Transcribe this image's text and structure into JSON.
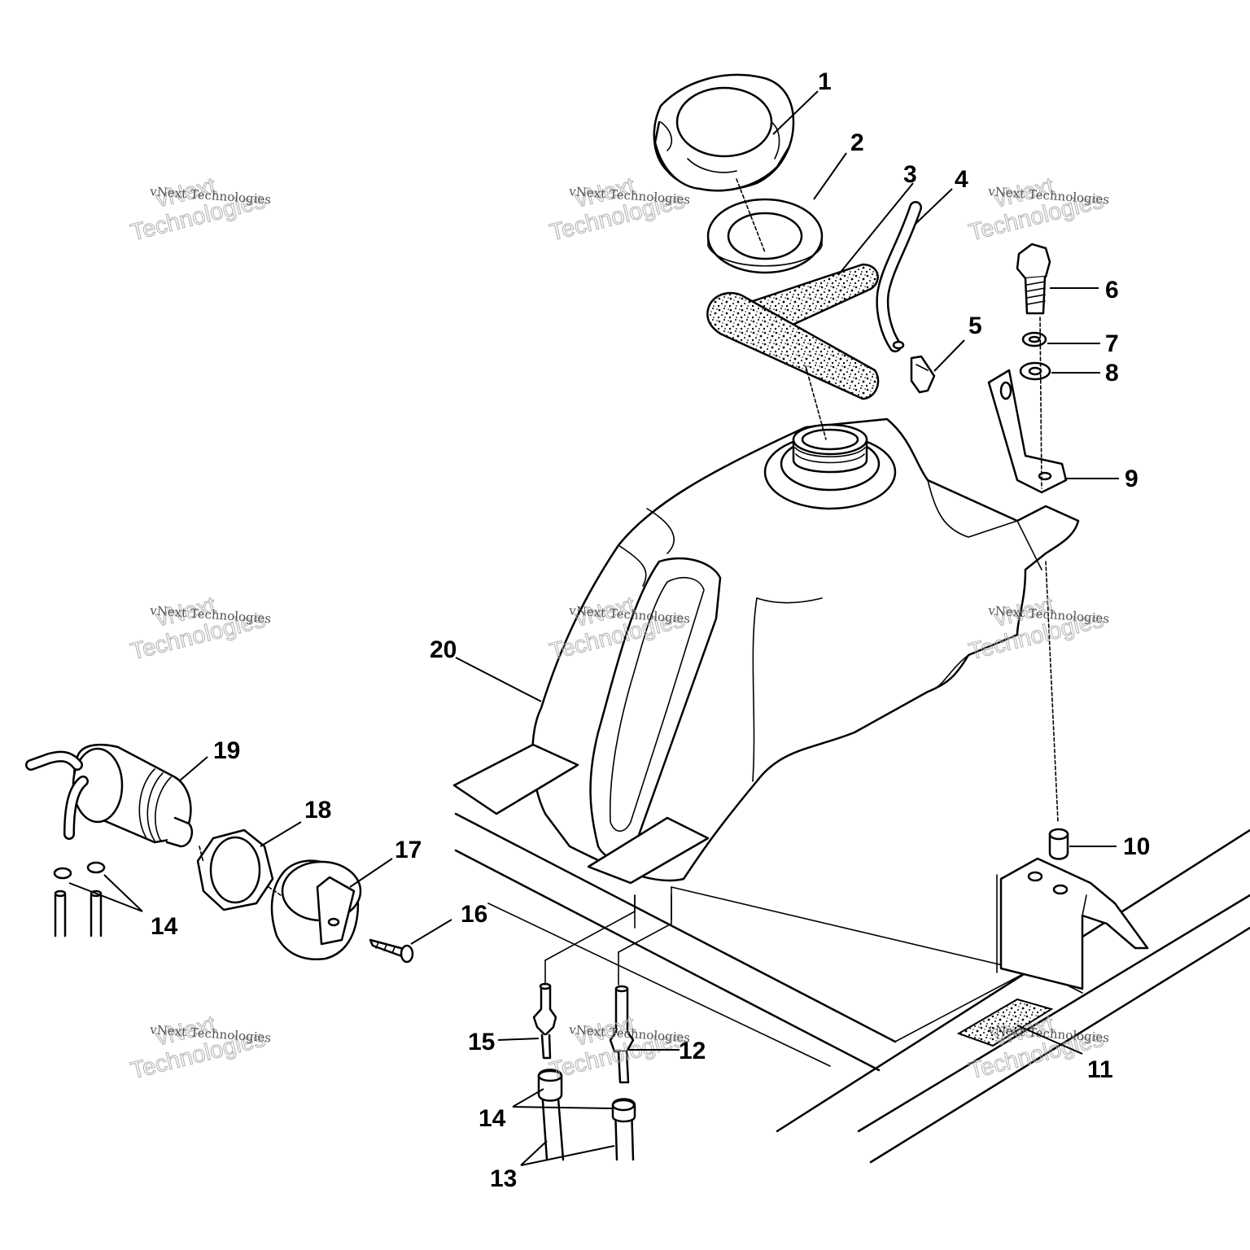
{
  "callouts": [
    {
      "id": "1",
      "label": "1"
    },
    {
      "id": "2",
      "label": "2"
    },
    {
      "id": "3",
      "label": "3"
    },
    {
      "id": "4",
      "label": "4"
    },
    {
      "id": "5",
      "label": "5"
    },
    {
      "id": "6",
      "label": "6"
    },
    {
      "id": "7",
      "label": "7"
    },
    {
      "id": "8",
      "label": "8"
    },
    {
      "id": "9",
      "label": "9"
    },
    {
      "id": "10",
      "label": "10"
    },
    {
      "id": "11",
      "label": "11"
    },
    {
      "id": "12",
      "label": "12"
    },
    {
      "id": "13",
      "label": "13"
    },
    {
      "id": "14a",
      "label": "14"
    },
    {
      "id": "14b",
      "label": "14"
    },
    {
      "id": "15",
      "label": "15"
    },
    {
      "id": "16",
      "label": "16"
    },
    {
      "id": "17",
      "label": "17"
    },
    {
      "id": "18",
      "label": "18"
    },
    {
      "id": "19",
      "label": "19"
    },
    {
      "id": "20",
      "label": "20"
    }
  ],
  "watermark": {
    "small_text": "vNext Technologies",
    "line1": "vNext",
    "line2": "Technologies",
    "count": 9
  },
  "icons": {
    "fuel_cap": "fuel-cap-icon",
    "gasket": "gasket-ring-icon",
    "foam_pad": "foam-pad-icon",
    "vent_hose": "vent-hose-icon",
    "fitting": "elbow-fitting-icon",
    "bolt": "bolt-icon",
    "washer": "washer-icon",
    "bracket": "bracket-icon",
    "spacer": "spacer-icon",
    "fuel_tank": "fuel-tank-icon",
    "fuel_pump": "fuel-pump-icon",
    "hex_nut": "hex-nut-icon",
    "mount_block": "mount-block-icon",
    "screw": "screw-icon",
    "hose_clamp": "hose-clamp-icon",
    "fuel_line": "fuel-line-icon",
    "frame": "frame-rail-icon"
  }
}
